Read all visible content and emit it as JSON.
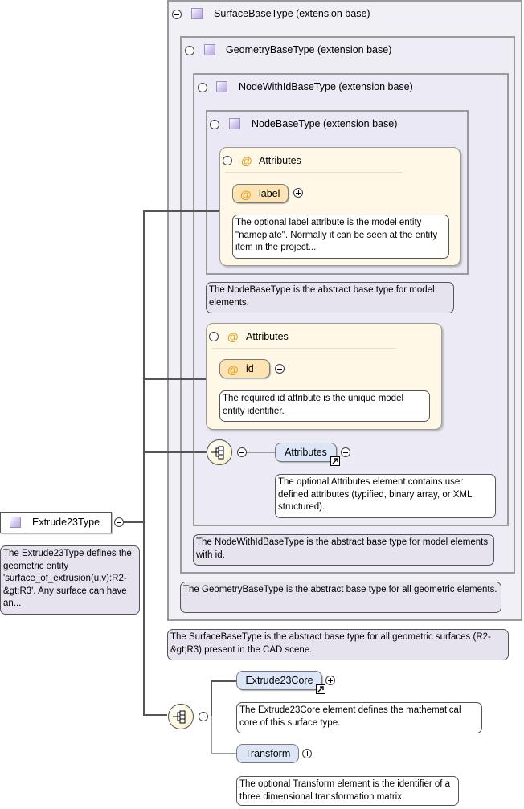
{
  "root": {
    "name": "Extrude23Type",
    "doc": "The Extrude23Type defines the geometric entity 'surface_of_extrusion(u,v):R2-&gt;R3'. Any surface can have an..."
  },
  "surface_base": {
    "title": "SurfaceBaseType (extension base)",
    "doc": "The SurfaceBaseType is the abstract base type for all geometric surfaces (R2-&gt;R3) present in the CAD scene."
  },
  "geometry_base": {
    "title": "GeometryBaseType (extension base)",
    "doc": "The GeometryBaseType is the abstract base type for all geometric elements."
  },
  "nodewithid_base": {
    "title": "NodeWithIdBaseType (extension base)",
    "doc": "The NodeWithIdBaseType is the abstract base type for model elements with id."
  },
  "node_base": {
    "title": "NodeBaseType (extension base)",
    "doc": "The NodeBaseType is the abstract base type for model elements."
  },
  "node_attributes": {
    "label": "Attributes",
    "attr_name": "label",
    "attr_doc": "The optional label attribute is the model entity \"nameplate\". Normally it can be seen at the entity item in the project..."
  },
  "id_attributes": {
    "label": "Attributes",
    "attr_name": "id",
    "attr_doc": "The required id attribute is the unique model entity identifier."
  },
  "attributes_element": {
    "name": "Attributes",
    "doc": "The optional Attributes element contains user defined attributes (typified, binary array, or XML structured)."
  },
  "extrude_core": {
    "name": "Extrude23Core",
    "doc": "The Extrude23Core element defines the mathematical core of this surface type."
  },
  "transform": {
    "name": "Transform",
    "doc": "The optional Transform element is the identifier of a three dimensional transformation matrix."
  },
  "icons": {
    "type": "complex-type-icon",
    "attribute": "attribute-icon",
    "sequence": "sequence-icon",
    "collapse": "minus-icon",
    "expand": "plus-icon",
    "reference": "link-arrow-icon"
  },
  "colors": {
    "attribute_group": "#fff8e6",
    "attribute_pill": "#fde4b4",
    "element_pill": "#dce6f7",
    "doc_note": "#e6e3ee",
    "connector": "#555555"
  }
}
